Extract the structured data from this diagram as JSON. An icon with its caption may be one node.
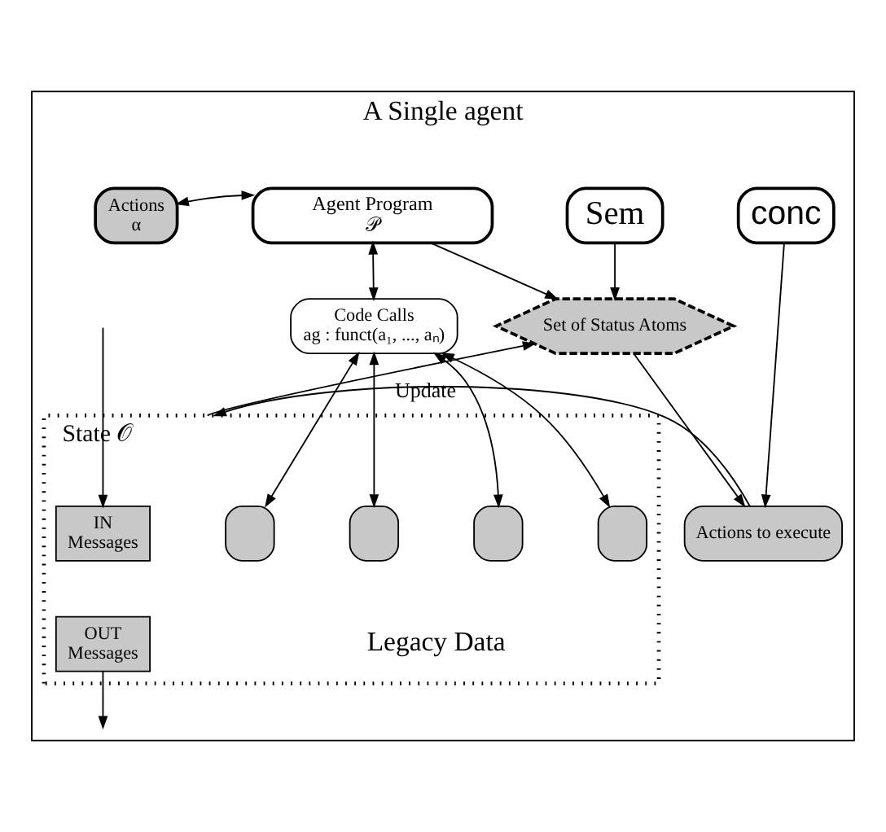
{
  "diagram": {
    "nodes": [
      {
        "text": [
          "A Single agent"
        ]
      },
      {
        "text": [
          "Actions",
          "α"
        ],
        "in": 0
      },
      {
        "text": [
          "Agent Program",
          "𝒫"
        ],
        "in": 0
      },
      {
        "text": [
          "Sem"
        ],
        "in": 0
      },
      {
        "text": [
          "conc"
        ],
        "in": 0
      },
      {
        "text": [
          "Set of Status Atoms"
        ],
        "in": 0
      },
      {
        "text": [
          "Code Calls",
          "ag : funct(a₁, ..., aₙ)"
        ],
        "in": 0
      },
      {
        "text": [
          "State 𝒪",
          "Legacy Data"
        ],
        "in": 0
      },
      {
        "text": [
          "IN",
          "Messages"
        ],
        "in": 7
      },
      {
        "text": [
          "OUT",
          "Messages"
        ],
        "in": 7
      },
      {
        "text": [],
        "shape": "box",
        "in": 7
      },
      {
        "text": [],
        "shape": "box",
        "in": 7
      },
      {
        "text": [],
        "shape": "box",
        "in": 7
      },
      {
        "text": [],
        "shape": "box",
        "in": 7
      },
      {
        "text": [
          "Actions to execute"
        ],
        "in": 0
      }
    ],
    "edges": [
      {
        "from": 1,
        "to": 2,
        "arrow": "both"
      },
      {
        "from": 2,
        "to": 6,
        "arrow": "both"
      },
      {
        "from": 2,
        "to": 5,
        "arrow": "to"
      },
      {
        "from": 3,
        "to": 5,
        "arrow": "to"
      },
      {
        "from": 7,
        "to": 5,
        "arrow": "to"
      },
      {
        "from": 5,
        "to": 14,
        "arrow": "to"
      },
      {
        "from": 4,
        "to": 14,
        "arrow": "to"
      },
      {
        "from": 6,
        "to": 10,
        "arrow": "both"
      },
      {
        "from": 6,
        "to": 11,
        "arrow": "both"
      },
      {
        "from": 6,
        "to": 12,
        "arrow": "both"
      },
      {
        "from": 6,
        "to": 13,
        "arrow": "both"
      },
      {
        "from": 14,
        "to": 7,
        "arrow": "to",
        "label": "Update"
      },
      {
        "from": null,
        "to": 8,
        "arrow": "to"
      },
      {
        "from": 9,
        "to": null,
        "arrow": "to"
      }
    ]
  }
}
